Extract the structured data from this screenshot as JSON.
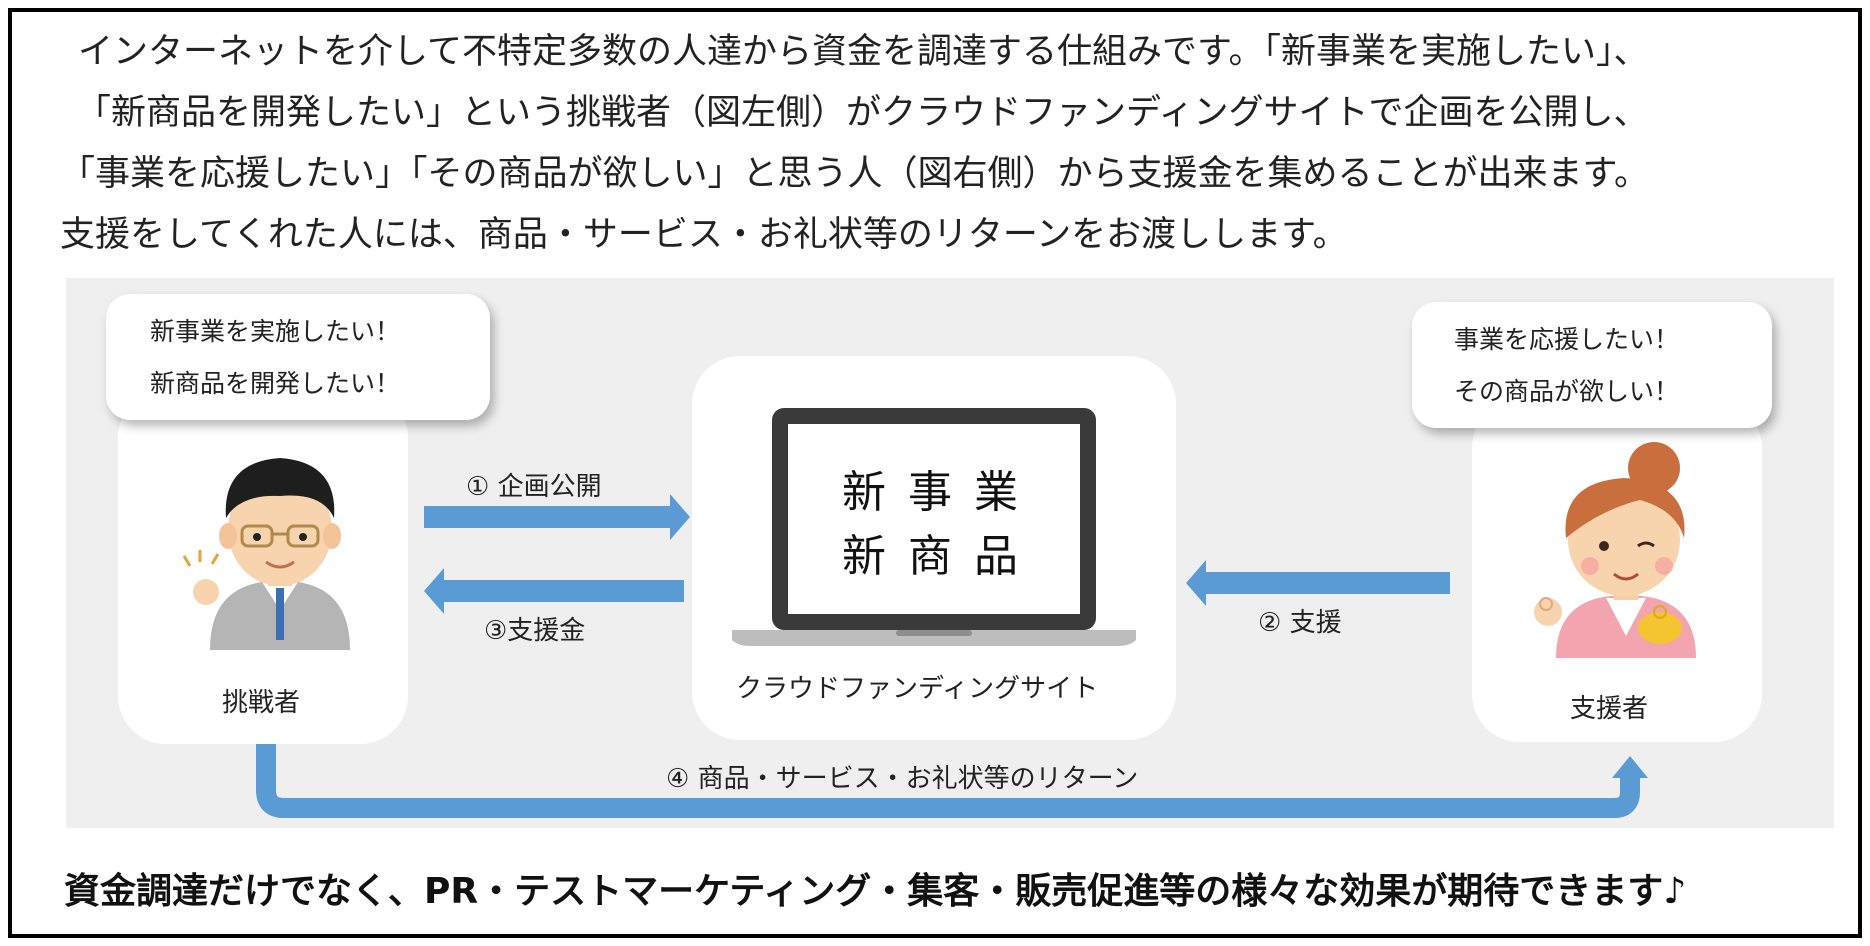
{
  "intro": {
    "line1": "インターネットを介して不特定多数の人達から資金を調達する仕組みです。「新事業を実施したい」、",
    "line2": "「新商品を開発したい」という挑戦者（図左側）がクラウドファンディングサイトで企画を公開し、",
    "line3": "「事業を応援したい」「その商品が欲しい」と思う人（図右側）から支援金を集めることが出来ます。",
    "line4": "支援をしてくれた人には、商品・サービス・お礼状等のリターンをお渡しします。"
  },
  "challenger": {
    "bubble_line1": "新事業を実施したい！",
    "bubble_line2": "新商品を開発したい！",
    "label": "挑戦者"
  },
  "supporter": {
    "bubble_line1": "事業を応援したい！",
    "bubble_line2": "その商品が欲しい！",
    "label": "支援者"
  },
  "site": {
    "screen_line1": "新事業",
    "screen_line2": "新商品",
    "label": "クラウドファンディングサイト"
  },
  "arrows": {
    "step1": "① 企画公開",
    "step2": "② 支援",
    "step3": "③支援金",
    "step4": "④ 商品・サービス・お礼状等のリターン"
  },
  "footer": "資金調達だけでなく、PR・テストマーケティング・集客・販売促進等の様々な効果が期待できます♪",
  "colors": {
    "arrow": "#5b9bd5",
    "panel": "#efefef",
    "frame": "#000000"
  }
}
